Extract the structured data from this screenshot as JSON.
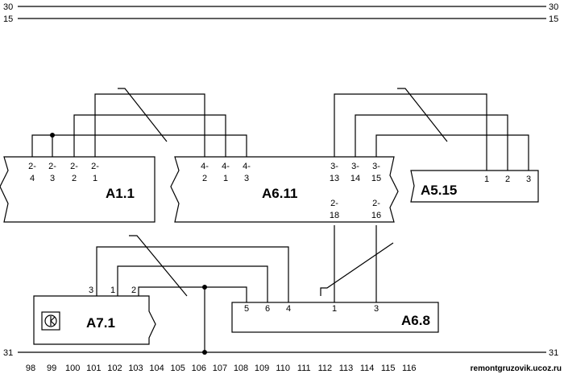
{
  "rails": {
    "rail30": {
      "left": "30",
      "right": "30"
    },
    "rail15": {
      "left": "15",
      "right": "15"
    },
    "rail31": {
      "left": "31",
      "right": "31"
    }
  },
  "blocks": {
    "a1_1": {
      "name": "A1.1",
      "pins": [
        {
          "top": "2-",
          "bottom": "4"
        },
        {
          "top": "2-",
          "bottom": "3"
        },
        {
          "top": "2-",
          "bottom": "2"
        },
        {
          "top": "2-",
          "bottom": "1"
        }
      ]
    },
    "a6_11": {
      "name": "A6.11",
      "pins": [
        {
          "top": "4-",
          "bottom": "2"
        },
        {
          "top": "4-",
          "bottom": "1"
        },
        {
          "top": "4-",
          "bottom": "3"
        },
        {
          "top": "3-",
          "bottom": "13"
        },
        {
          "top": "3-",
          "bottom": "14"
        },
        {
          "top": "3-",
          "bottom": "15"
        },
        {
          "top": "2-",
          "bottom": "18"
        },
        {
          "top": "2-",
          "bottom": "16"
        }
      ]
    },
    "a5_15": {
      "name": "A5.15",
      "pins": [
        "1",
        "2",
        "3"
      ]
    },
    "a7_1": {
      "name": "A7.1",
      "pins": [
        "3",
        "1",
        "2"
      ]
    },
    "a6_8": {
      "name": "A6.8",
      "pins": [
        "5",
        "6",
        "4",
        "1",
        "3"
      ]
    }
  },
  "columns": [
    "98",
    "99",
    "100",
    "101",
    "102",
    "103",
    "104",
    "105",
    "106",
    "107",
    "108",
    "109",
    "110",
    "111",
    "112",
    "113",
    "114",
    "115",
    "116"
  ],
  "watermark": "remontgruzovik.ucoz.ru"
}
